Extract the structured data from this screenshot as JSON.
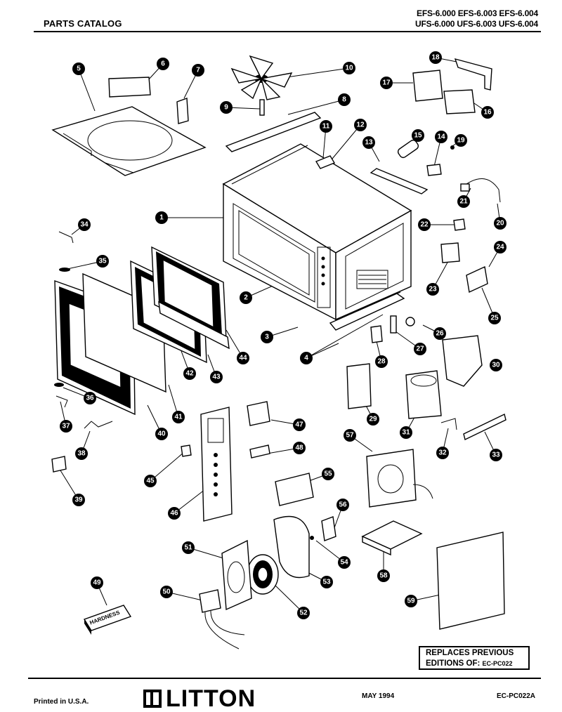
{
  "header": {
    "title": "PARTS CATALOG",
    "models_line1": "EFS-6.000 EFS-6.003 EFS-6.004",
    "models_line2": "UFS-6.000 UFS-6.003 UFS-6.004"
  },
  "callouts": [
    "1",
    "2",
    "3",
    "4",
    "5",
    "6",
    "7",
    "8",
    "9",
    "10",
    "11",
    "12",
    "13",
    "14",
    "15",
    "16",
    "17",
    "18",
    "19",
    "20",
    "21",
    "22",
    "23",
    "24",
    "25",
    "26",
    "27",
    "28",
    "29",
    "30",
    "31",
    "32",
    "33",
    "34",
    "35",
    "36",
    "37",
    "38",
    "39",
    "40",
    "41",
    "42",
    "43",
    "44",
    "45",
    "46",
    "47",
    "48",
    "49",
    "50",
    "51",
    "52",
    "53",
    "54",
    "55",
    "56",
    "57",
    "58",
    "59"
  ],
  "filter_label": "HARDNESS",
  "replaces": {
    "line1": "REPLACES PREVIOUS",
    "line2": "EDITIONS OF:",
    "code": "EC-PC022"
  },
  "footer": {
    "printed": "Printed in U.S.A.",
    "brand": "LITTON",
    "date": "MAY 1994",
    "doc_code": "EC-PC022A"
  }
}
